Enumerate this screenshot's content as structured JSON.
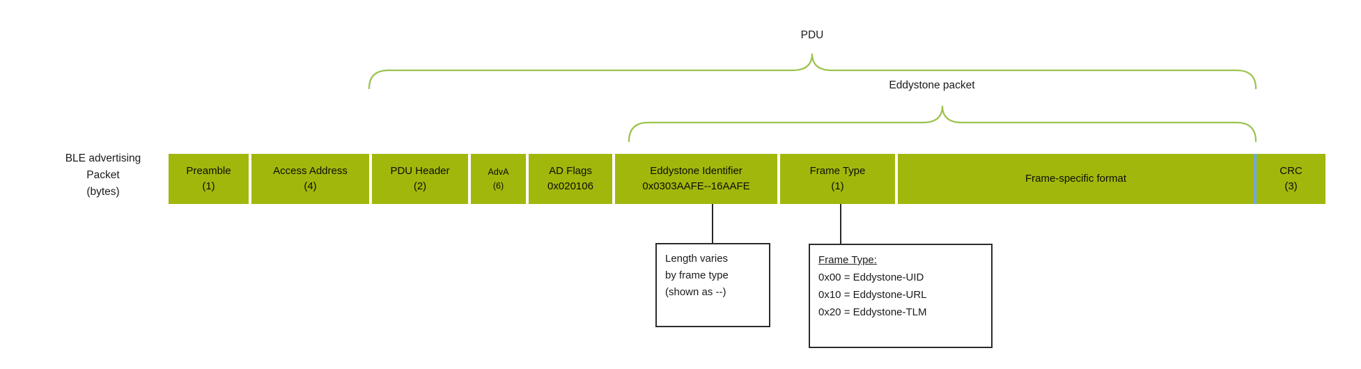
{
  "side_label": {
    "line1": "BLE advertising",
    "line2": "Packet",
    "line3": "(bytes)"
  },
  "braces": {
    "pdu_label": "PDU",
    "eddystone_label": "Eddystone packet"
  },
  "bar": {
    "segments": [
      {
        "name": "preamble",
        "line1": "Preamble",
        "line2": "(1)"
      },
      {
        "name": "access-address",
        "line1": "Access Address",
        "line2": "(4)"
      },
      {
        "name": "pdu-header",
        "line1": "PDU Header",
        "line2": "(2)"
      },
      {
        "name": "adva",
        "line1": "AdvA",
        "line2": "(6)"
      },
      {
        "name": "ad-flags",
        "line1": "AD Flags",
        "line2": "0x020106"
      },
      {
        "name": "eddystone-identifier",
        "line1": "Eddystone Identifier",
        "line2": "0x0303AAFE--16AAFE"
      },
      {
        "name": "frame-type",
        "line1": "Frame Type",
        "line2": "(1)"
      },
      {
        "name": "frame-specific",
        "line1": "Frame-specific format",
        "line2": ""
      },
      {
        "name": "crc",
        "line1": "CRC",
        "line2": "(3)"
      }
    ]
  },
  "callouts": {
    "length_note": {
      "lines": [
        "Length varies",
        "by frame type",
        "(shown as --)"
      ]
    },
    "frame_type_note": {
      "title": "Frame Type:",
      "items": [
        "0x00 = Eddystone-UID",
        "0x10 = Eddystone-URL",
        "0x20 = Eddystone-TLM"
      ]
    }
  },
  "colors": {
    "bar_green": "#a2b70c",
    "brace_green": "#9bc24d",
    "divider_blue": "#6fa8dc"
  }
}
